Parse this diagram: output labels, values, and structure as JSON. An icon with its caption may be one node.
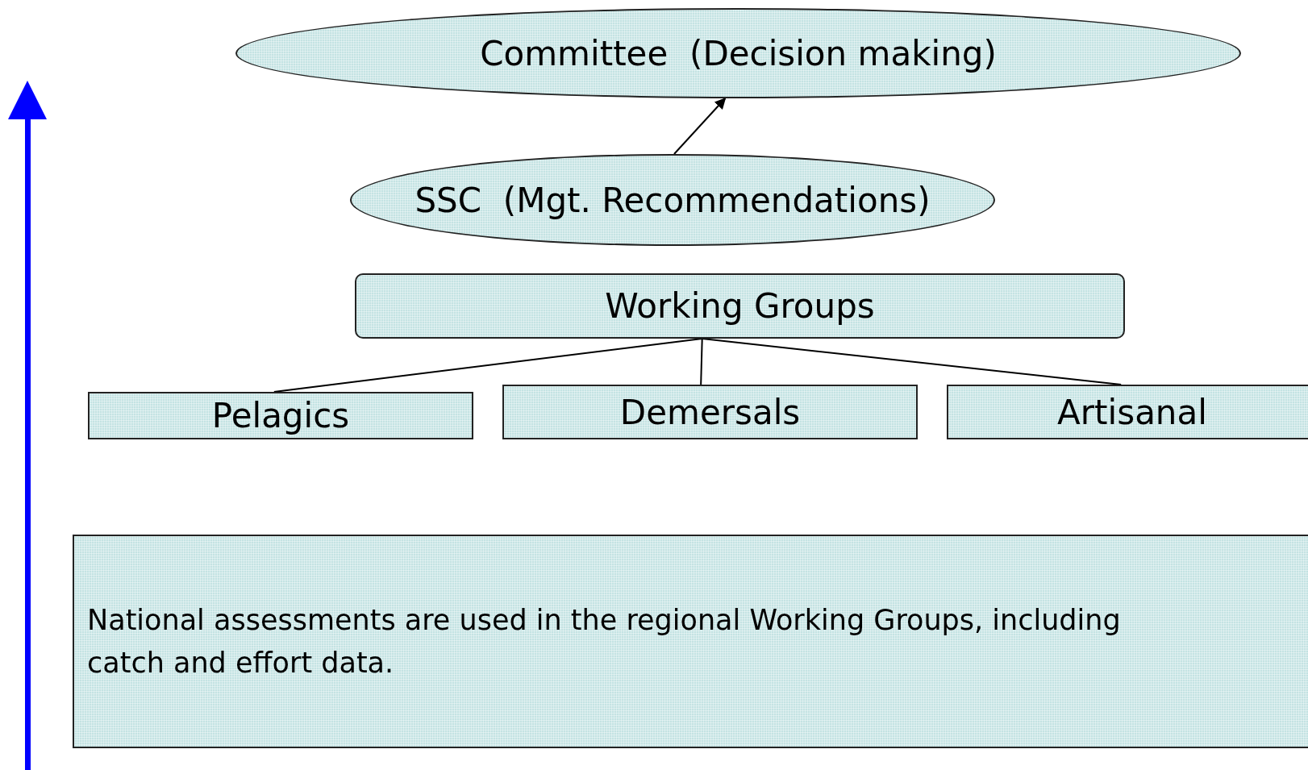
{
  "diagram": {
    "nodes": [
      {
        "text": [
          "Committee  (Decision making)"
        ]
      },
      {
        "text": [
          "SSC  (Mgt. Recommendations)"
        ]
      },
      {
        "text": [
          "Working Groups"
        ]
      },
      {
        "text": [
          "Pelagics"
        ]
      },
      {
        "text": [
          "Demersals"
        ]
      },
      {
        "text": [
          "Artisanal"
        ]
      },
      {
        "text": [
          "National assessments are used in the regional Working Groups, including catch and effort data."
        ]
      }
    ],
    "edges": [
      {
        "from": 1,
        "to": 0,
        "arrow": "to"
      },
      {
        "from": 2,
        "to": 3,
        "arrow": "none"
      },
      {
        "from": 2,
        "to": 4,
        "arrow": "none"
      },
      {
        "from": 2,
        "to": 5,
        "arrow": "none"
      }
    ]
  }
}
